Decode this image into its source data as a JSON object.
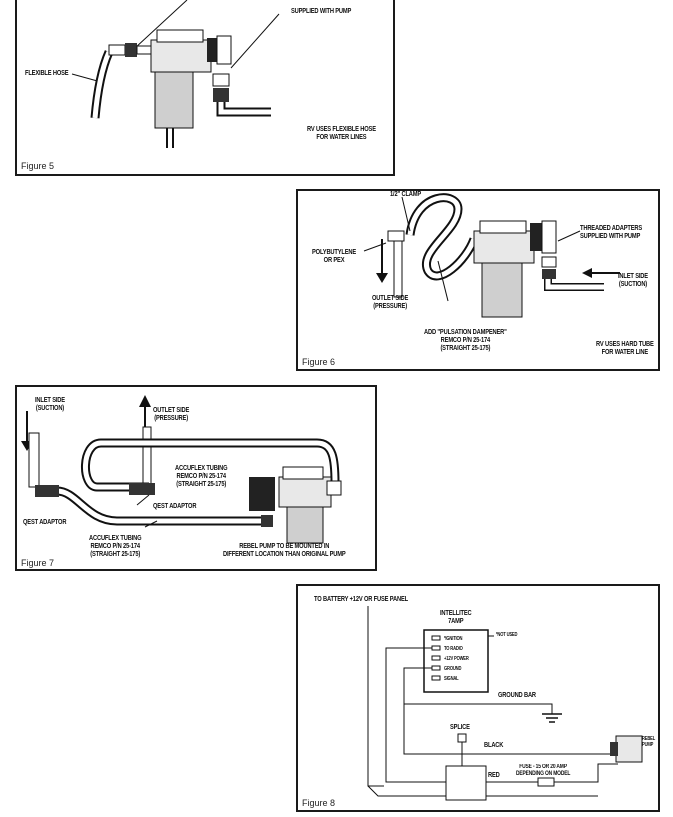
{
  "figure5": {
    "caption": "Figure 5",
    "labels": {
      "supplied": "SUPPLIED WITH PUMP",
      "flexible_hose": "FLEXIBLE HOSE",
      "rv_uses": "RV USES FLEXIBLE HOSE\nFOR WATER LINES"
    }
  },
  "figure6": {
    "caption": "Figure 6",
    "labels": {
      "clamp": "1/2\" CLAMP",
      "threaded": "THREADED ADAPTERS\nSUPPLIED WITH PUMP",
      "poly": "POLYBUTYLENE\nOR PEX",
      "inlet": "INLET SIDE\n(SUCTION)",
      "outlet": "OUTLET SIDE\n(PRESSURE)",
      "pulsation": "ADD \"PULSATION DAMPENER\"\nREMCO P/N 25-174\n(STRAIGHT 25-175)",
      "rv_hard": "RV USES HARD TUBE\nFOR WATER LINE"
    }
  },
  "figure7": {
    "caption": "Figure 7",
    "labels": {
      "inlet": "INLET SIDE\n(SUCTION)",
      "outlet": "OUTLET SIDE\n(PRESSURE)",
      "accuflex_top": "ACCUFLEX TUBING\nREMCO P/N 25-174\n(STRAIGHT 25-175)",
      "qest_left": "QEST ADAPTOR",
      "qest_right": "QEST ADAPTOR",
      "accuflex_bottom": "ACCUFLEX TUBING\nREMCO P/N 25-174\n(STRAIGHT 25-175)",
      "rebel": "REBEL PUMP TO BE MOUNTED IN\nDIFFERENT LOCATION THAN ORIGINAL PUMP"
    }
  },
  "figure8": {
    "caption": "Figure 8",
    "labels": {
      "battery": "TO BATTERY +12V OR FUSE PANEL",
      "intellitec": "INTELLITEC\n7AMP",
      "ignition": "*IGNITION",
      "to_radio": "TO RADIO",
      "power": "+12V POWER",
      "ground": "GROUND",
      "signal": "SIGNAL",
      "not_used": "*NOT USED",
      "ground_bar": "GROUND BAR",
      "splice": "SPLICE",
      "black": "BLACK",
      "red": "RED",
      "fuse": "FUSE - 15 OR 20 AMP\nDEPENDING ON MODEL",
      "rebel_pump": "REBEL\nPUMP"
    }
  }
}
